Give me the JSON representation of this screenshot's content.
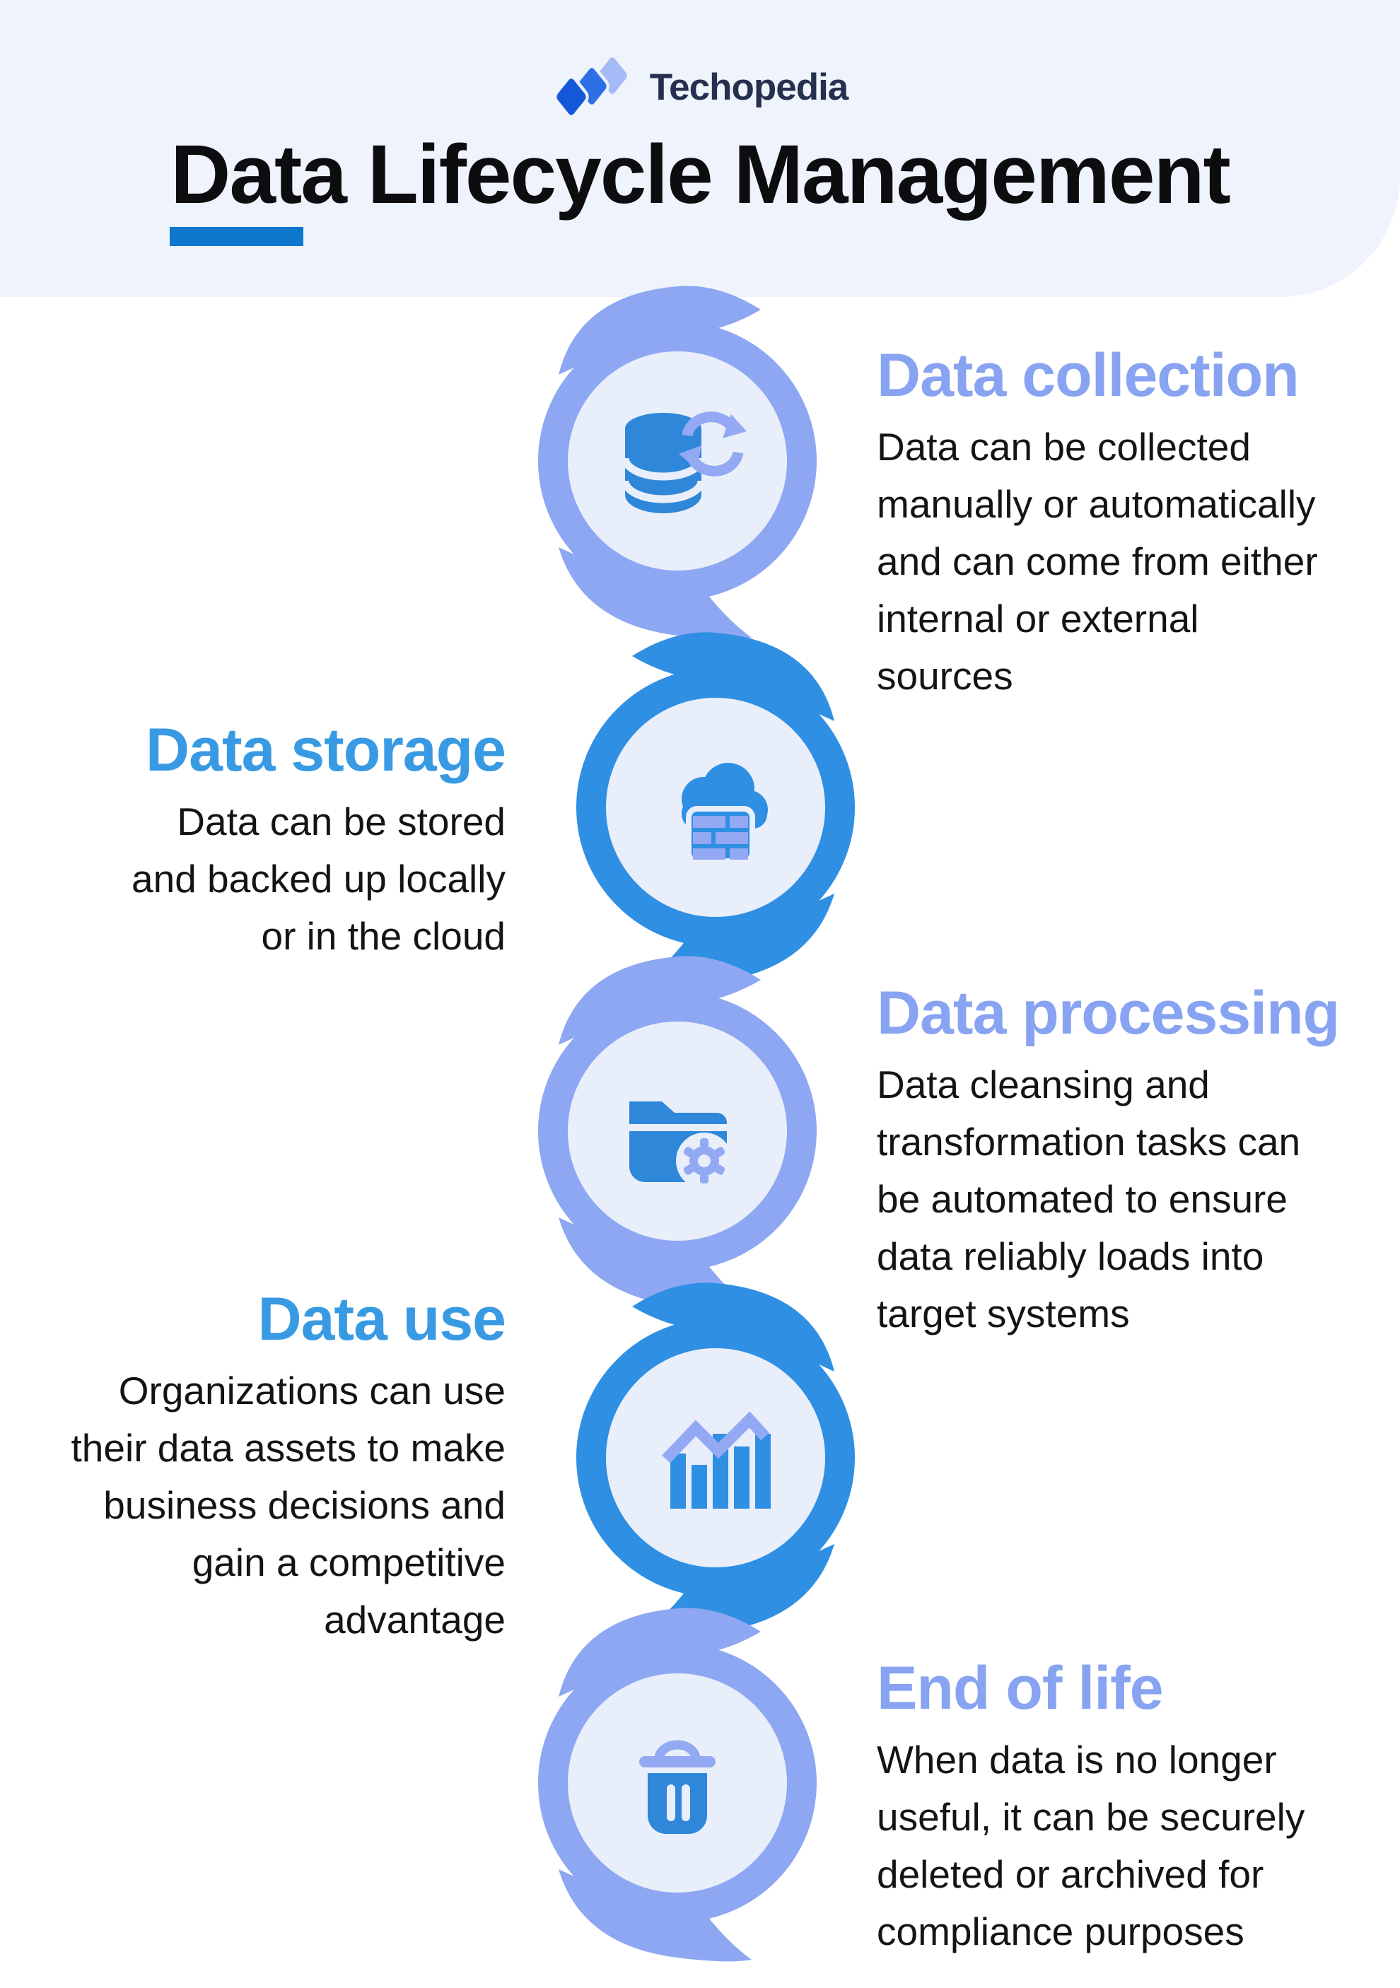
{
  "brand": {
    "name": "Techopedia"
  },
  "title": {
    "text": "Data Lifecycle Management"
  },
  "stages": [
    {
      "id": "data-collection",
      "heading": "Data collection",
      "body": "Data can be collected\nmanually or automatically\nand can come from either\ninternal or external\nsources",
      "side": "right",
      "icon": "database-sync-icon"
    },
    {
      "id": "data-storage",
      "heading": "Data storage",
      "body": "Data can be stored\nand backed up locally\nor in the cloud",
      "side": "left",
      "icon": "cloud-storage-icon"
    },
    {
      "id": "data-processing",
      "heading": "Data processing",
      "body": "Data cleansing and\ntransformation tasks can\nbe automated to ensure\ndata reliably loads into\ntarget systems",
      "side": "right",
      "icon": "folder-gear-icon"
    },
    {
      "id": "data-use",
      "heading": "Data use",
      "body": "Organizations can use\ntheir data assets to make\nbusiness decisions and\ngain a competitive\nadvantage",
      "side": "left",
      "icon": "bar-chart-icon"
    },
    {
      "id": "end-of-life",
      "heading": "End of life",
      "body": "When data is no longer\nuseful, it can be securely\ndeleted or archived for\ncompliance purposes",
      "side": "right",
      "icon": "trash-icon"
    }
  ],
  "colors": {
    "header_bg": "#eef3fc",
    "brand_navy": "#25304e",
    "brand_diamond_dark": "#1458d9",
    "brand_diamond_mid": "#2d6fe4",
    "brand_diamond_light": "#a4bbf7",
    "title_text": "#0d0d10",
    "title_underline": "#0e76cd",
    "heading_periwinkle": "#87a3f1",
    "heading_azure": "#389ae3",
    "body_text": "#141414",
    "ring_periwinkle": "#8ea7f2",
    "ring_azure": "#2f8fe2",
    "inner_circle": "#e9eefb",
    "icon_blue": "#2e87d9",
    "icon_periwinkle": "#93a9f4",
    "page_bg": "#ffffff"
  }
}
